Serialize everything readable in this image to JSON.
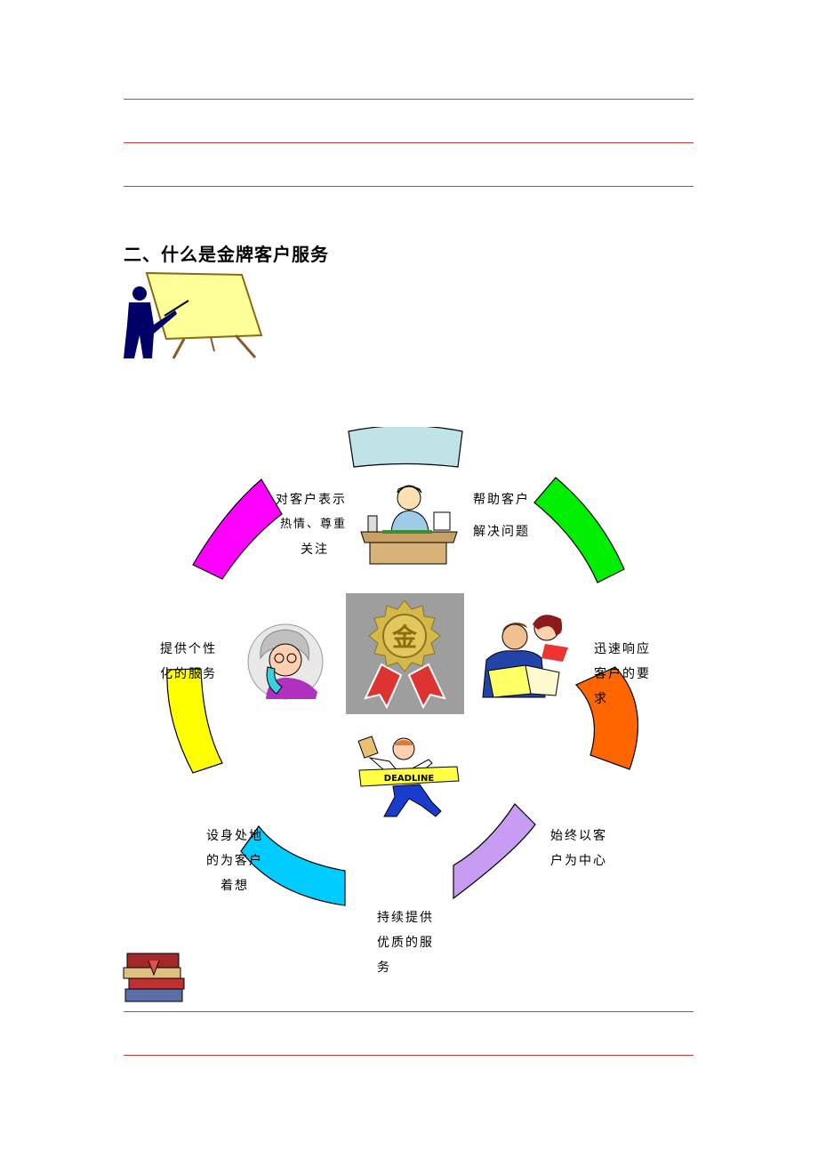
{
  "heading": "二、什么是金牌客户服务",
  "center_emblem_char": "金",
  "deadline_banner": "DEADLINE",
  "labels": {
    "top_left": [
      "对客户表示",
      "热情、尊重",
      "关注"
    ],
    "top_right": [
      "帮助客户",
      "解决问题"
    ],
    "right_upper": [
      "迅速响应",
      "客户的要",
      "求"
    ],
    "right_lower": [
      "始终以客",
      "户为中心"
    ],
    "bottom": [
      "持续提供",
      "优质的服",
      "务"
    ],
    "left_lower": [
      "设身处地",
      "的为客户",
      "着想"
    ],
    "left_upper": [
      "提供个性",
      "化的服务"
    ]
  },
  "colors": {
    "rule": "#d23a3a",
    "segment_top": "#bfe3e6",
    "segment_green": "#00ee00",
    "segment_orange": "#ff6600",
    "segment_lavender": "#c99cf3",
    "segment_cyan": "#00ccff",
    "segment_yellow": "#ffff00",
    "segment_magenta": "#ff00ff",
    "easel_board": "#ffff99"
  },
  "icons": [
    "presenter-at-easel-icon",
    "office-worker-at-desk-icon",
    "gold-medal-icon",
    "business-couple-reading-icon",
    "elderly-woman-on-phone-icon",
    "deadline-runner-icon",
    "book-stack-icon"
  ]
}
